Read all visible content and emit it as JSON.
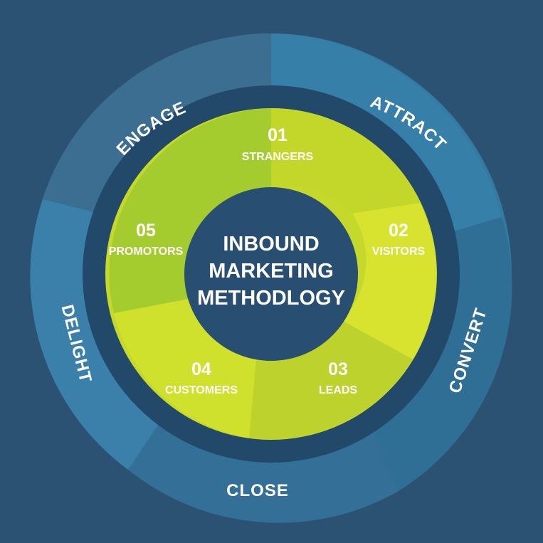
{
  "center_title": {
    "line1": "INBOUND",
    "line2": "MARKETING",
    "line3": "METHODLOGY"
  },
  "phases": {
    "attract": "ATTRACT",
    "convert": "CONVERT",
    "close": "CLOSE",
    "delight": "DELIGHT",
    "engage": "ENGAGE"
  },
  "stages": [
    {
      "number": "01",
      "label": "STRANGERS"
    },
    {
      "number": "02",
      "label": "VISITORS"
    },
    {
      "number": "03",
      "label": "LEADS"
    },
    {
      "number": "04",
      "label": "CUSTOMERS"
    },
    {
      "number": "05",
      "label": "PROMOTORS"
    }
  ],
  "colors": {
    "background": "#2b5273",
    "outer_ring_a": "#3a7ea6",
    "outer_ring_b": "#2f6d93",
    "inner_band": "#22486a",
    "center_disc": "#284f71",
    "green_1": "#c3d72b",
    "green_2": "#d5e12e",
    "green_3": "#bcd12c",
    "green_4": "#cbdc2c",
    "green_5": "#a1cb2e"
  }
}
